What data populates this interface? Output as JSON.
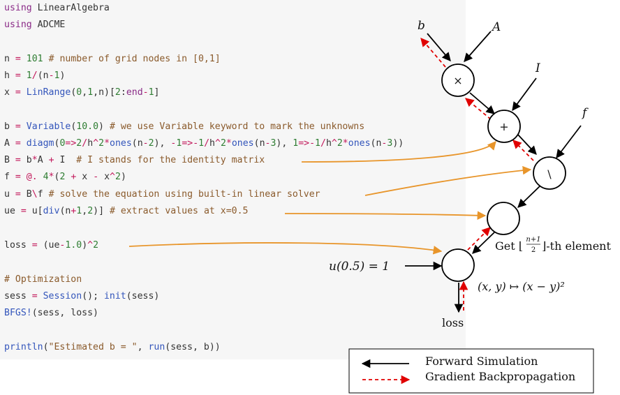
{
  "code": {
    "lines": [
      {
        "text": "using LinearAlgebra"
      },
      {
        "text": "using ADCME"
      },
      {
        "text": ""
      },
      {
        "text": "n = 101 # number of grid nodes in [0,1]"
      },
      {
        "text": "h = 1/(n-1)"
      },
      {
        "text": "x = LinRange(0,1,n)[2:end-1]"
      },
      {
        "text": ""
      },
      {
        "text": "b = Variable(10.0) # we use Variable keyword to mark the unknowns"
      },
      {
        "text": "A = diagm(0=>2/h^2*ones(n-2), -1=>-1/h^2*ones(n-3), 1=>-1/h^2*ones(n-3))"
      },
      {
        "text": "B = b*A + I  # I stands for the identity matrix"
      },
      {
        "text": "f = @. 4*(2 + x - x^2)"
      },
      {
        "text": "u = B\\f # solve the equation using built-in linear solver"
      },
      {
        "text": "ue = u[div(n+1,2)] # extract values at x=0.5"
      },
      {
        "text": ""
      },
      {
        "text": "loss = (ue-1.0)^2"
      },
      {
        "text": ""
      },
      {
        "text": "# Optimization"
      },
      {
        "text": "sess = Session(); init(sess)"
      },
      {
        "text": "BFGS!(sess, loss)"
      },
      {
        "text": ""
      },
      {
        "text": "println(\"Estimated b = \", run(sess, b))"
      }
    ]
  },
  "graph": {
    "labels": {
      "b": "b",
      "A": "A",
      "I": "I",
      "f": "f",
      "u05": "u(0.5) = 1",
      "loss": "loss",
      "get_elem_prefix": "Get ⌊",
      "get_elem_num": "n+1",
      "get_elem_den": "2",
      "get_elem_suffix": "⌋-th element",
      "sqdiff": "(x, y) ↦ (x − y)²"
    },
    "nodes": {
      "times": "×",
      "plus": "+",
      "solve": "\\"
    }
  },
  "legend": {
    "forward": "Forward Simulation",
    "backward": "Gradient Backpropagation"
  },
  "colors": {
    "forward": "#000000",
    "backward": "#e00000",
    "link": "#e8952a"
  }
}
